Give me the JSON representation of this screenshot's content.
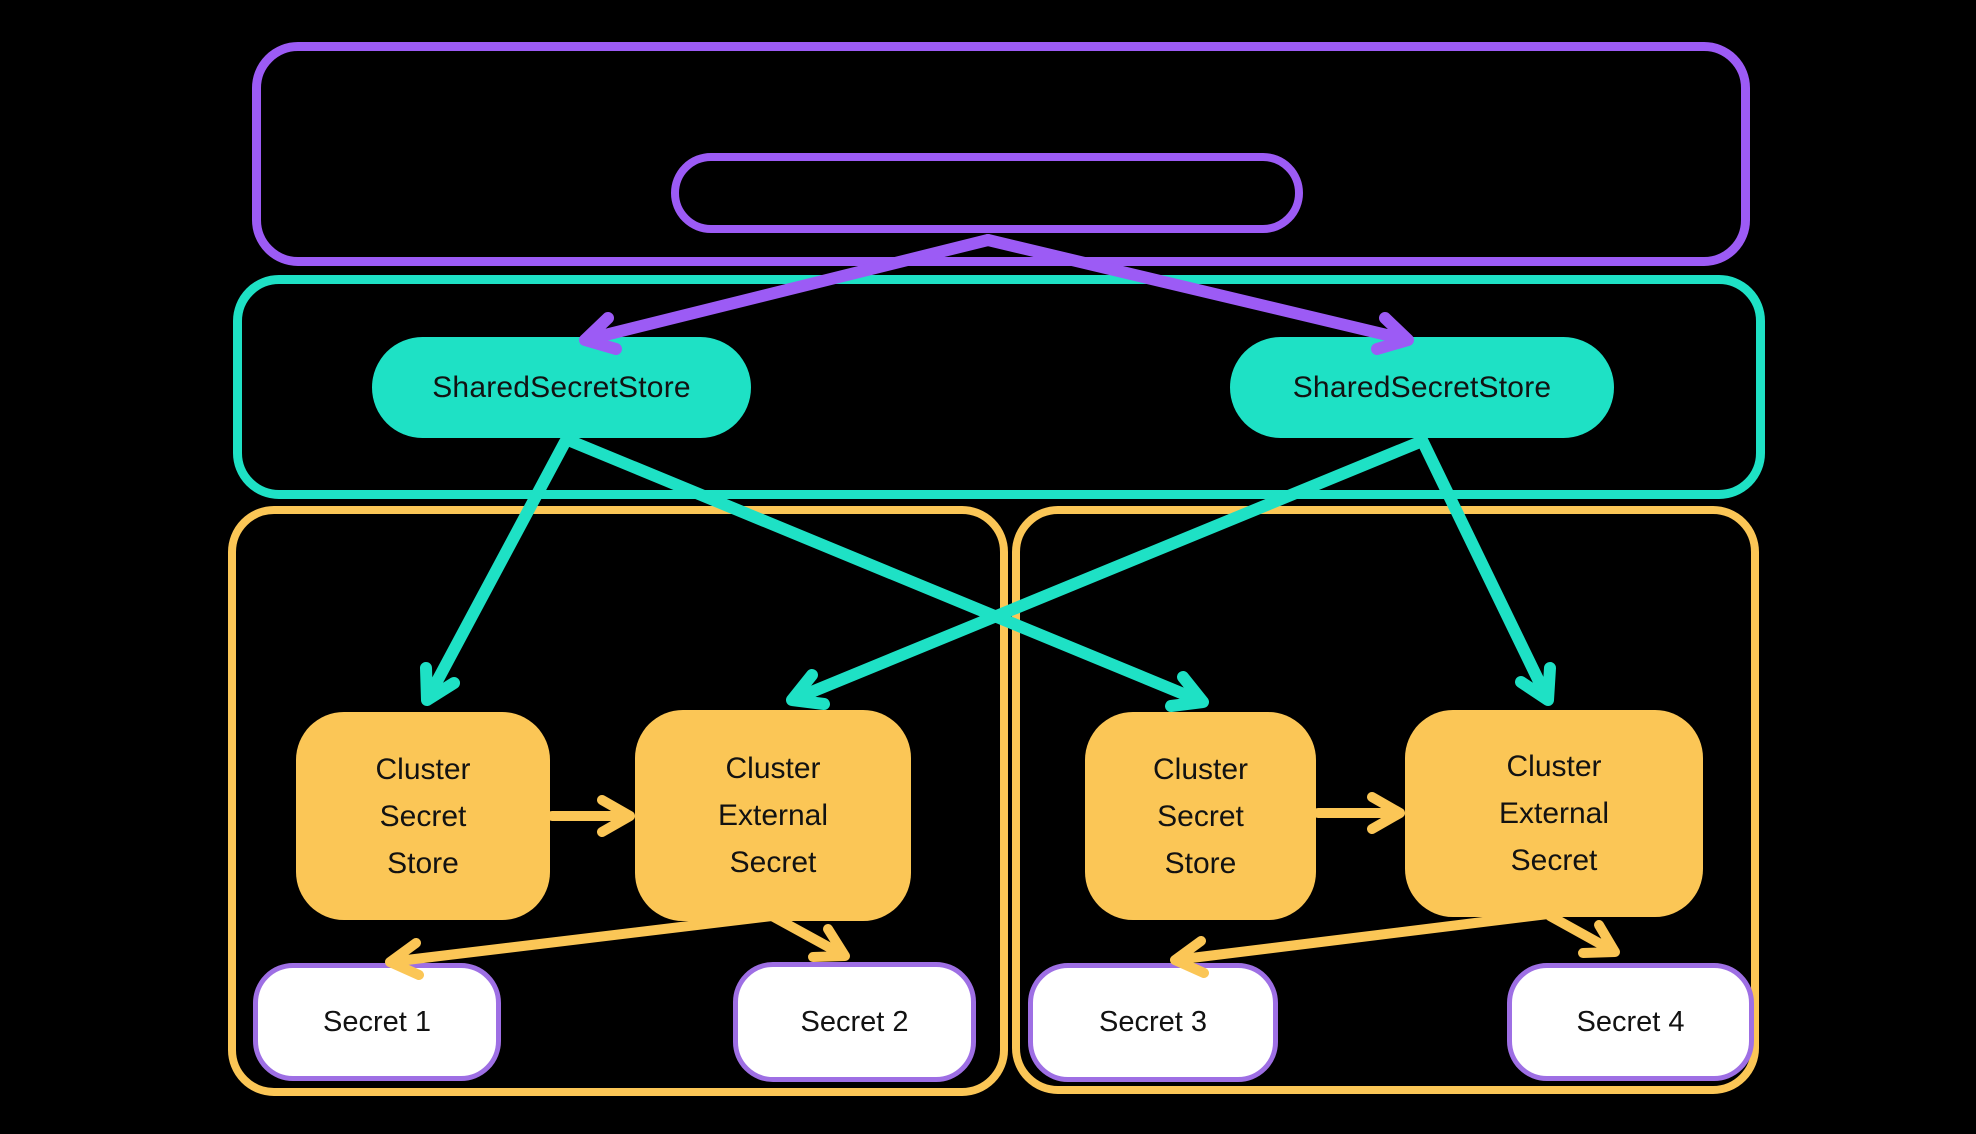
{
  "colors": {
    "purple": "#9C5BF5",
    "teal": "#1EE1C5",
    "yellow": "#FBC656",
    "secret-border": "#9E6FE4",
    "text": "#121212",
    "white": "#ffffff"
  },
  "shared_stores": [
    {
      "label": "SharedSecretStore"
    },
    {
      "label": "SharedSecretStore"
    }
  ],
  "cluster_left": {
    "secret_store": "Cluster Secret Store",
    "external_secret": "Cluster External Secret",
    "secrets": [
      "Secret 1",
      "Secret 2"
    ]
  },
  "cluster_right": {
    "secret_store": "Cluster Secret Store",
    "external_secret": "Cluster External Secret",
    "secrets": [
      "Secret 3",
      "Secret 4"
    ]
  }
}
